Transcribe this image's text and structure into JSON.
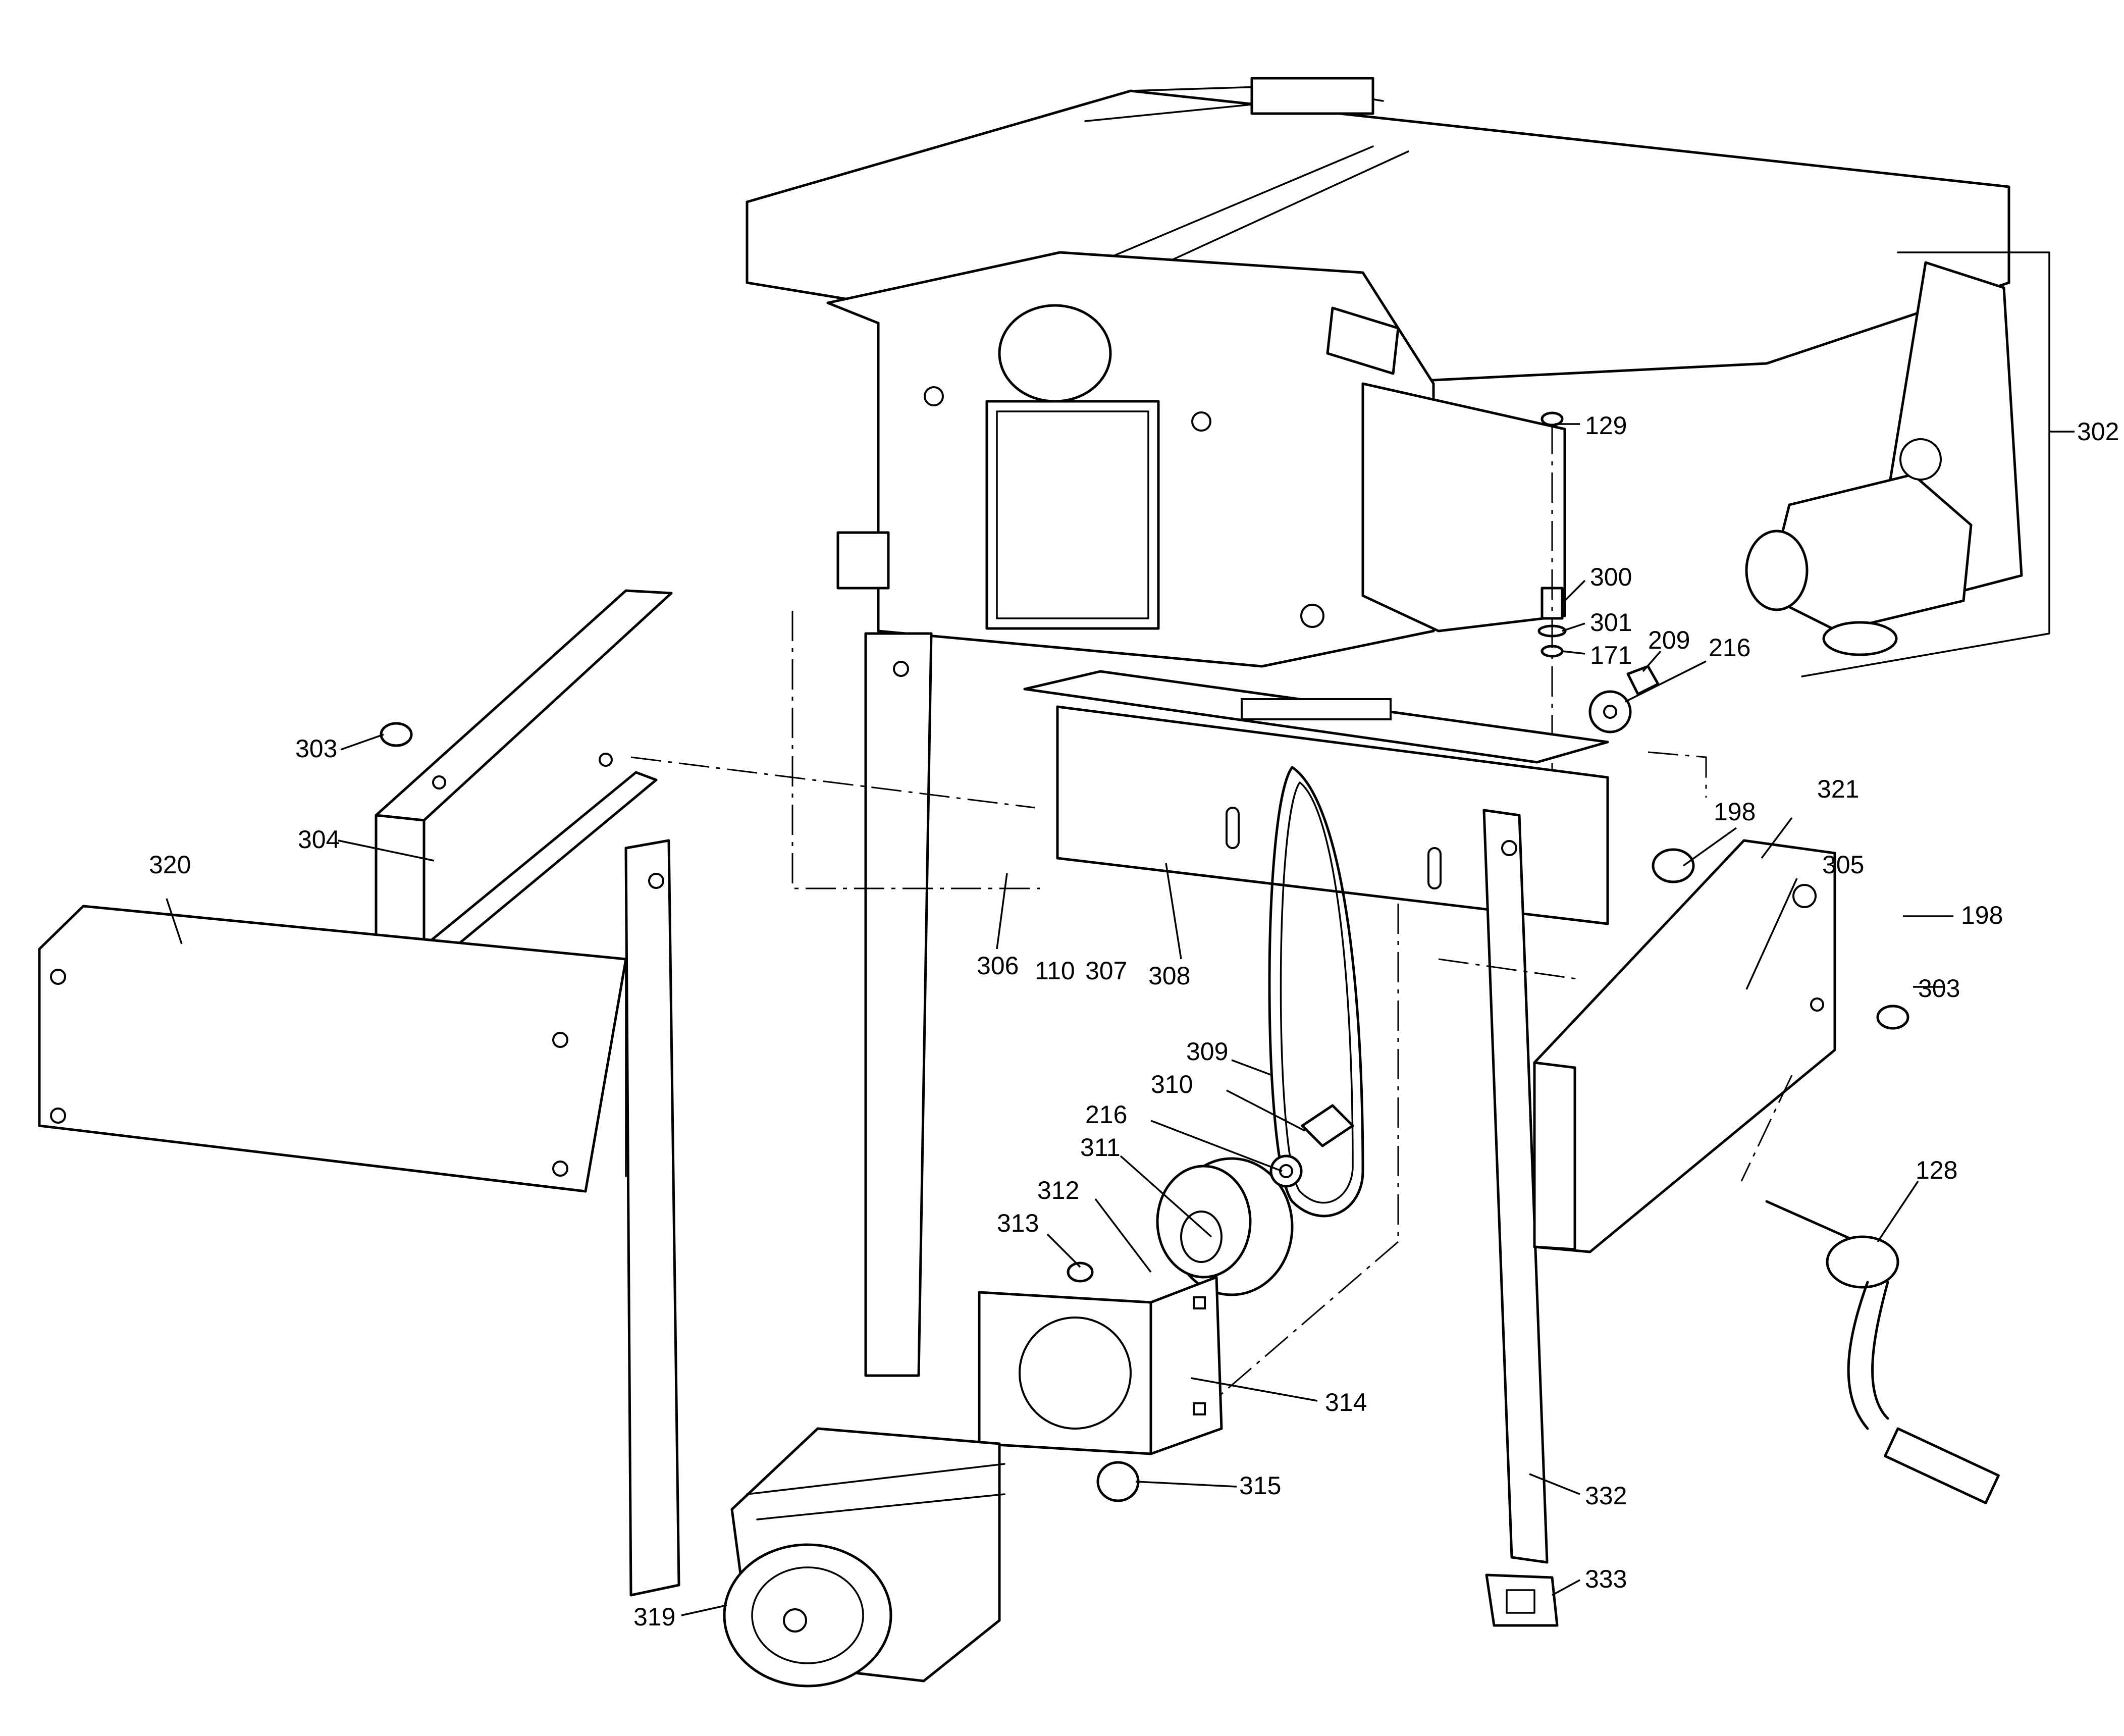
{
  "diagram": {
    "callouts": [
      {
        "id": "c129",
        "text": "129"
      },
      {
        "id": "c302",
        "text": "302"
      },
      {
        "id": "c300",
        "text": "300"
      },
      {
        "id": "c301",
        "text": "301"
      },
      {
        "id": "c171",
        "text": "171"
      },
      {
        "id": "c209",
        "text": "209"
      },
      {
        "id": "c216a",
        "text": "216"
      },
      {
        "id": "c303a",
        "text": "303"
      },
      {
        "id": "c304",
        "text": "304"
      },
      {
        "id": "c320",
        "text": "320"
      },
      {
        "id": "c306",
        "text": "306"
      },
      {
        "id": "c110",
        "text": "110"
      },
      {
        "id": "c307",
        "text": "307"
      },
      {
        "id": "c308",
        "text": "308"
      },
      {
        "id": "c198a",
        "text": "198"
      },
      {
        "id": "c321",
        "text": "321"
      },
      {
        "id": "c305",
        "text": "305"
      },
      {
        "id": "c198b",
        "text": "198"
      },
      {
        "id": "c303b",
        "text": "303"
      },
      {
        "id": "c309",
        "text": "309"
      },
      {
        "id": "c310",
        "text": "310"
      },
      {
        "id": "c216b",
        "text": "216"
      },
      {
        "id": "c311",
        "text": "311"
      },
      {
        "id": "c312",
        "text": "312"
      },
      {
        "id": "c313",
        "text": "313"
      },
      {
        "id": "c314",
        "text": "314"
      },
      {
        "id": "c315",
        "text": "315"
      },
      {
        "id": "c319",
        "text": "319"
      },
      {
        "id": "c332",
        "text": "332"
      },
      {
        "id": "c333",
        "text": "333"
      },
      {
        "id": "c128",
        "text": "128"
      }
    ]
  }
}
